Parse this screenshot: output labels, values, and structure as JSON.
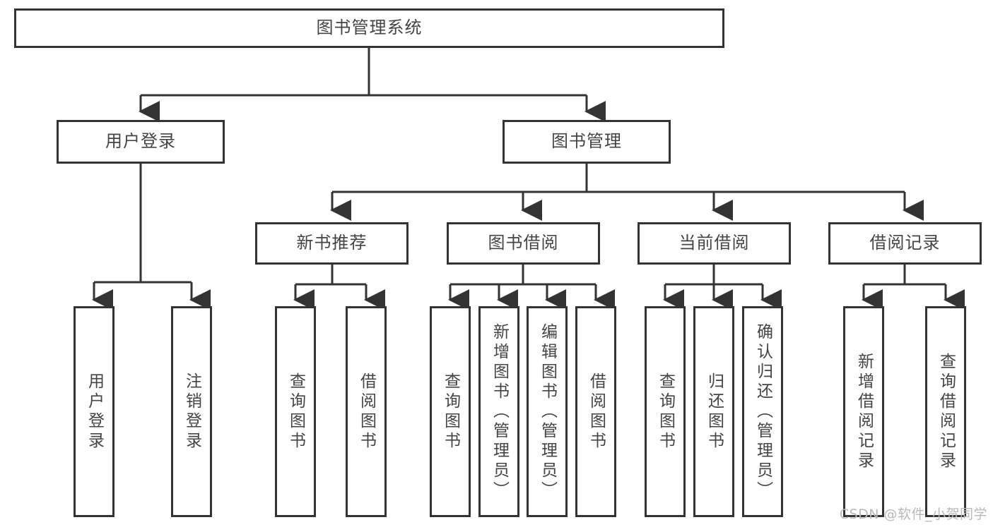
{
  "diagram": {
    "type": "tree-hierarchy-chart",
    "title_node": {
      "label": "图书管理系统"
    },
    "level2": [
      {
        "label": "用户登录"
      },
      {
        "label": "图书管理"
      }
    ],
    "level3": [
      {
        "label": "新书推荐"
      },
      {
        "label": "图书借阅"
      },
      {
        "label": "当前借阅"
      },
      {
        "label": "借阅记录"
      }
    ],
    "leaves": {
      "user_login": [
        {
          "label": "用户登录"
        },
        {
          "label": "注销登录"
        }
      ],
      "new_book_recommend": [
        {
          "label": "查询图书"
        },
        {
          "label": "借阅图书"
        }
      ],
      "book_borrow": [
        {
          "label": "查询图书"
        },
        {
          "label": "新增图书（管理员）"
        },
        {
          "label": "编辑图书（管理员）"
        },
        {
          "label": "借阅图书"
        }
      ],
      "current_borrow": [
        {
          "label": "查询图书"
        },
        {
          "label": "归还图书"
        },
        {
          "label": "确认归还（管理员）"
        }
      ],
      "borrow_record": [
        {
          "label": "新增借阅记录"
        },
        {
          "label": "查询借阅记录"
        }
      ]
    }
  },
  "watermark": {
    "text": "CSDN @软件_小贺同学"
  },
  "colors": {
    "border": "#333333",
    "text": "#444444",
    "background": "#ffffff",
    "watermark": "#b9b9b9"
  }
}
